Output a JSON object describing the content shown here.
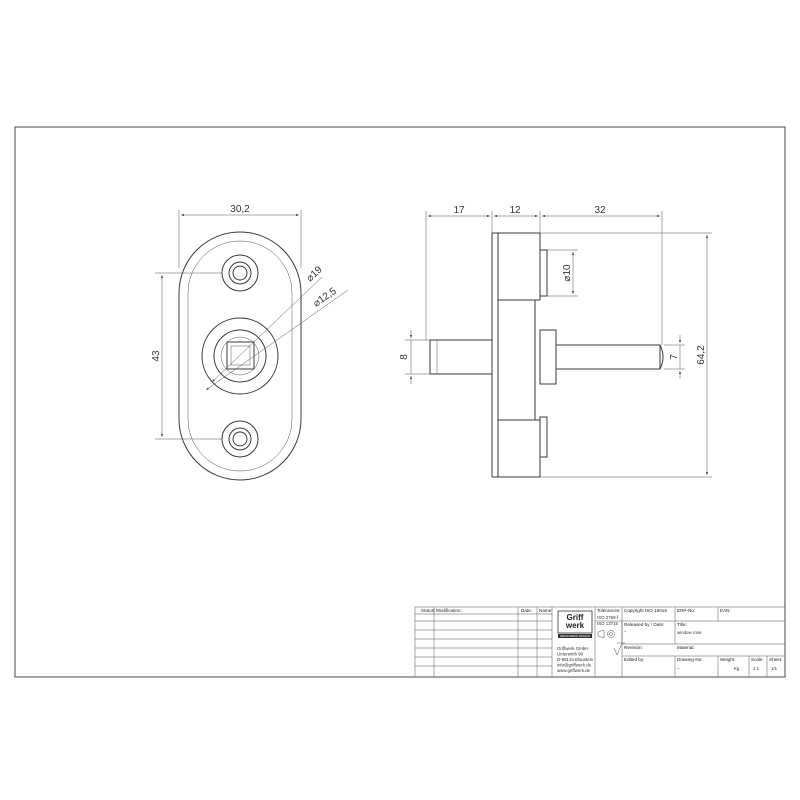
{
  "dimensions": {
    "front_width": "30,2",
    "front_height": "43",
    "dia_19": "19",
    "dia_12_5": "12,5",
    "side_17": "17",
    "side_12": "12",
    "side_32": "32",
    "side_dia_10": "10",
    "side_8": "8",
    "side_7": "7",
    "side_64_2": "64,2",
    "dia_symbol": "⌀"
  },
  "revision_table": {
    "headers": {
      "status": "Status:",
      "modification": "Modification:",
      "date": "Date:",
      "name": "Name:"
    }
  },
  "company": {
    "logo_line1": "Griff",
    "logo_line2": "werk",
    "logo_tagline": "GRIFFWERK DESIGN",
    "address": [
      "Griffwerk GmbH",
      "Unterwirth 90",
      "D-89134 Blaustein",
      "info@griffwerk.de",
      "www.griffwerk.de"
    ]
  },
  "tolerances": {
    "label": "Tolerances:",
    "lines": [
      "ISO 2768-f",
      "ISO 13715"
    ]
  },
  "copyright": "Copyright ISO 16016",
  "erp_label": "ERP-No:",
  "ean_label": "EAN:",
  "released_label": "Released by / Date:",
  "released_value": "–",
  "title_label": "Title:",
  "title_value": "window rose",
  "revision_label": "Revision:",
  "material_label": "Material:",
  "edited_label": "Edited by:",
  "drawing_no_label": "Drawing-No:",
  "drawing_no_value": "–",
  "weight_label": "Weight:",
  "weight_value": "Kg",
  "scale_label": "Scale:",
  "scale_value": "1:1",
  "sheet_label": "Sheet:",
  "sheet_value": "1/1"
}
